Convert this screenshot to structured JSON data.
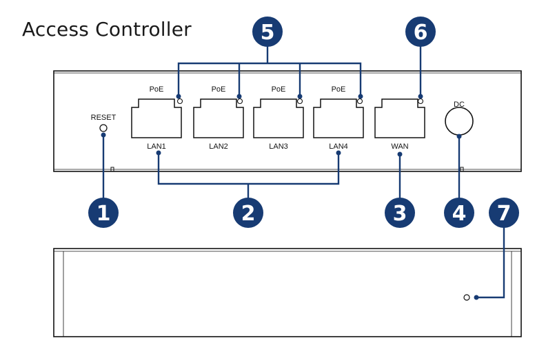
{
  "title": "Access Controller",
  "labels": {
    "reset": "RESET",
    "poe": "PoE",
    "lan1": "LAN1",
    "lan2": "LAN2",
    "lan3": "LAN3",
    "lan4": "LAN4",
    "wan": "WAN",
    "dc": "DC"
  },
  "callouts": [
    "1",
    "2",
    "3",
    "4",
    "5",
    "6",
    "7"
  ],
  "colors": {
    "callout": "#173b73",
    "leader": "#173b73",
    "outline": "#111111"
  }
}
